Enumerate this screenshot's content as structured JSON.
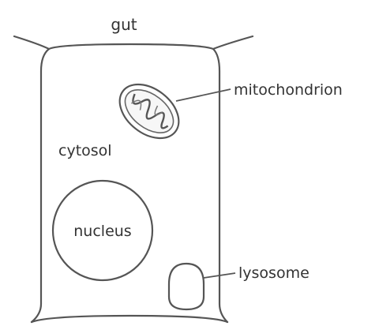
{
  "labels": {
    "gut": "gut",
    "mitochondrion": "mitochondrion",
    "cytosol": "cytosol",
    "nucleus": "nucleus",
    "lysosome": "lysosome"
  },
  "colors": {
    "line": "#555555",
    "text": "#333333",
    "background": "#ffffff"
  }
}
